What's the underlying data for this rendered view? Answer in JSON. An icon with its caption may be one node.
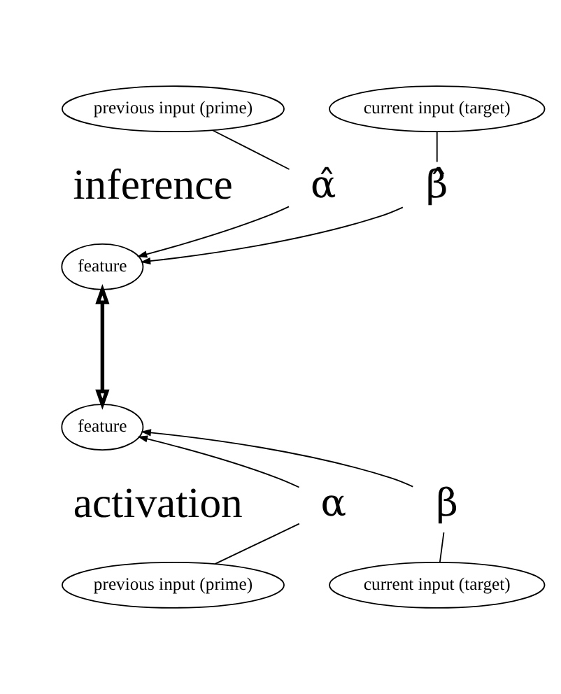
{
  "diagram": {
    "nodes": [
      {
        "text": [
          "previous input (prime)"
        ]
      },
      {
        "text": [
          "current input (target)"
        ]
      },
      {
        "text": [
          "α̂"
        ]
      },
      {
        "text": [
          "β̂"
        ]
      },
      {
        "text": [
          "feature"
        ]
      },
      {
        "text": [
          "feature"
        ]
      },
      {
        "text": [
          "α"
        ]
      },
      {
        "text": [
          "β"
        ]
      },
      {
        "text": [
          "previous input (prime)"
        ]
      },
      {
        "text": [
          "current input (target)"
        ]
      }
    ],
    "edges": [
      {
        "from": 0,
        "to": 2,
        "arrow": "none"
      },
      {
        "from": 1,
        "to": 3,
        "arrow": "none"
      },
      {
        "from": 2,
        "to": 4,
        "arrow": "to"
      },
      {
        "from": 3,
        "to": 4,
        "arrow": "to"
      },
      {
        "from": 4,
        "to": 5,
        "arrow": "both",
        "style": "thick"
      },
      {
        "from": 6,
        "to": 5,
        "arrow": "to"
      },
      {
        "from": 7,
        "to": 5,
        "arrow": "to"
      },
      {
        "from": 8,
        "to": 6,
        "arrow": "none"
      },
      {
        "from": 9,
        "to": 7,
        "arrow": "none"
      }
    ],
    "labels": [
      "inference",
      "activation"
    ]
  }
}
